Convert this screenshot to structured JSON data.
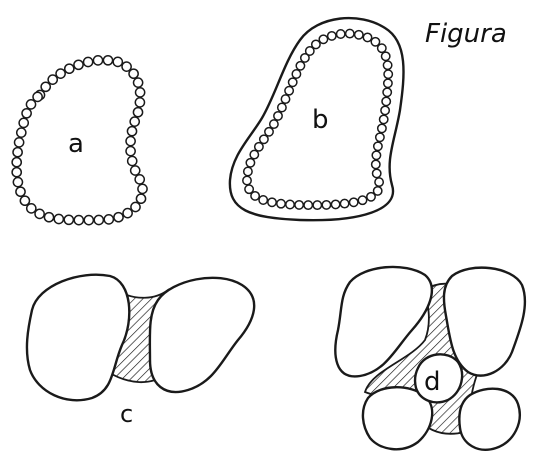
{
  "figure": {
    "title": "Figura",
    "panels": [
      {
        "id": "a",
        "label": "a"
      },
      {
        "id": "b",
        "label": "b"
      },
      {
        "id": "c",
        "label": "c"
      },
      {
        "id": "d",
        "label": "d"
      }
    ],
    "colors": {
      "ink": "#1a1a1a",
      "background": "#ffffff"
    }
  }
}
